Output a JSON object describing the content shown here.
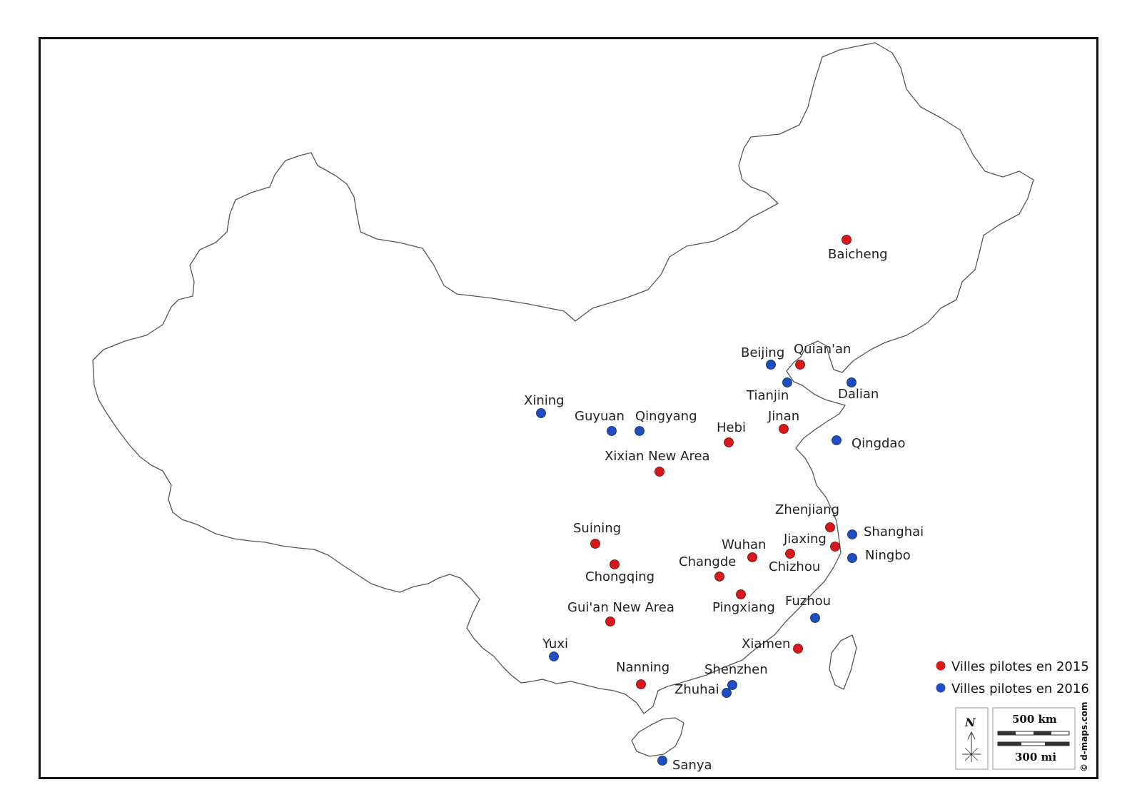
{
  "colors": {
    "pilot_2015": "#d7191c",
    "pilot_2016": "#1f4fbf",
    "border": "#555555"
  },
  "cities": [
    {
      "name": "Baicheng",
      "year": 2015
    },
    {
      "name": "Beijing",
      "year": 2016
    },
    {
      "name": "Quian'an",
      "year": 2015
    },
    {
      "name": "Tianjin",
      "year": 2016
    },
    {
      "name": "Dalian",
      "year": 2016
    },
    {
      "name": "Xining",
      "year": 2016
    },
    {
      "name": "Guyuan",
      "year": 2016
    },
    {
      "name": "Qingyang",
      "year": 2016
    },
    {
      "name": "Hebi",
      "year": 2015
    },
    {
      "name": "Jinan",
      "year": 2015
    },
    {
      "name": "Qingdao",
      "year": 2016
    },
    {
      "name": "Xixian New Area",
      "year": 2015
    },
    {
      "name": "Zhenjiang",
      "year": 2015
    },
    {
      "name": "Shanghai",
      "year": 2016
    },
    {
      "name": "Jiaxing",
      "year": 2015
    },
    {
      "name": "Ningbo",
      "year": 2016
    },
    {
      "name": "Suining",
      "year": 2015
    },
    {
      "name": "Chongqing",
      "year": 2015
    },
    {
      "name": "Wuhan",
      "year": 2015
    },
    {
      "name": "Chizhou",
      "year": 2015
    },
    {
      "name": "Changde",
      "year": 2015
    },
    {
      "name": "Pingxiang",
      "year": 2015
    },
    {
      "name": "Fuzhou",
      "year": 2016
    },
    {
      "name": "Gui'an New Area",
      "year": 2015
    },
    {
      "name": "Xiamen",
      "year": 2015
    },
    {
      "name": "Yuxi",
      "year": 2016
    },
    {
      "name": "Nanning",
      "year": 2015
    },
    {
      "name": "Shenzhen",
      "year": 2016
    },
    {
      "name": "Zhuhai",
      "year": 2016
    },
    {
      "name": "Sanya",
      "year": 2016
    }
  ],
  "legend": {
    "items": [
      {
        "label": "Villes pilotes en 2015",
        "year": 2015
      },
      {
        "label": "Villes pilotes en 2016",
        "year": 2016
      }
    ]
  },
  "scale": {
    "km_label": "500 km",
    "mi_label": "300 mi"
  },
  "north_label": "N",
  "credit": "© d-maps.com"
}
